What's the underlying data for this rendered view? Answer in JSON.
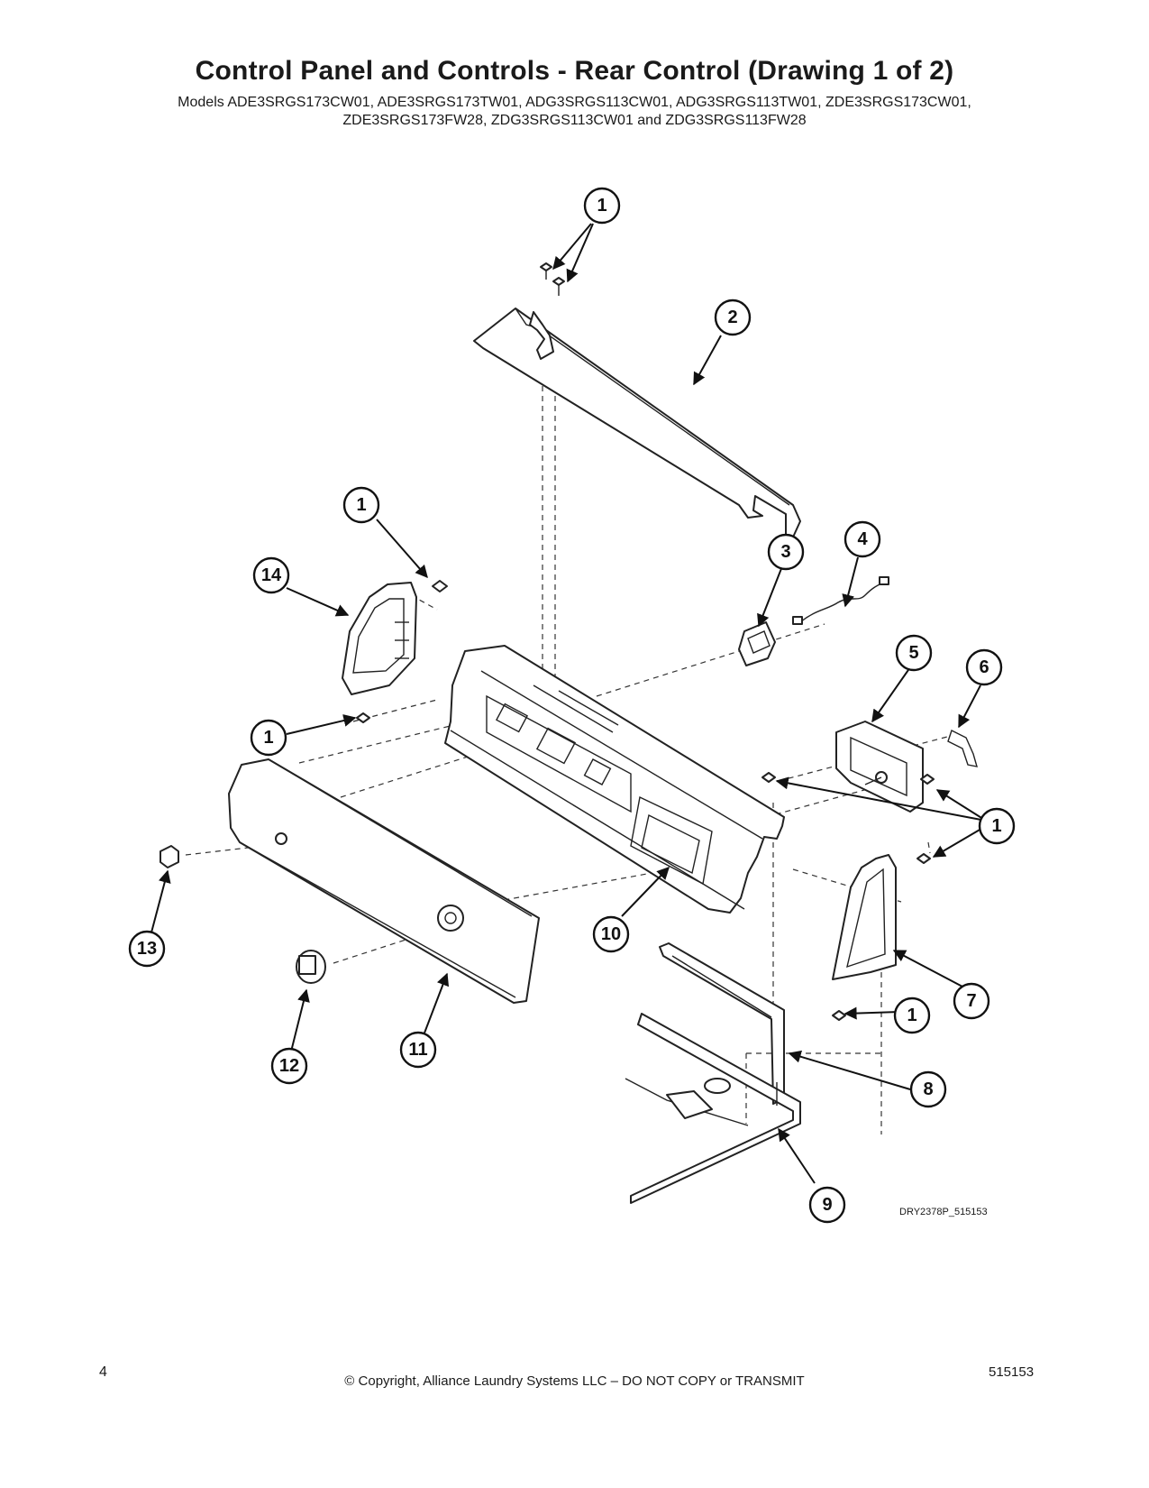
{
  "header": {
    "title": "Control Panel and Controls - Rear Control (Drawing 1 of 2)",
    "models_line1": "Models ADE3SRGS173CW01, ADE3SRGS173TW01, ADG3SRGS113CW01, ADG3SRGS113TW01, ZDE3SRGS173CW01,",
    "models_line2": "ZDE3SRGS173FW28, ZDG3SRGS113CW01 and ZDG3SRGS113FW28"
  },
  "callouts": [
    {
      "id": "c1-top",
      "label": "1"
    },
    {
      "id": "c2",
      "label": "2"
    },
    {
      "id": "c1-left-top",
      "label": "1"
    },
    {
      "id": "c14",
      "label": "14"
    },
    {
      "id": "c3",
      "label": "3"
    },
    {
      "id": "c4",
      "label": "4"
    },
    {
      "id": "c5",
      "label": "5"
    },
    {
      "id": "c6",
      "label": "6"
    },
    {
      "id": "c1-left-bottom",
      "label": "1"
    },
    {
      "id": "c1-right",
      "label": "1"
    },
    {
      "id": "c13",
      "label": "13"
    },
    {
      "id": "c10",
      "label": "10"
    },
    {
      "id": "c7",
      "label": "7"
    },
    {
      "id": "c1-bottom-right",
      "label": "1"
    },
    {
      "id": "c12",
      "label": "12"
    },
    {
      "id": "c11",
      "label": "11"
    },
    {
      "id": "c8",
      "label": "8"
    },
    {
      "id": "c9",
      "label": "9"
    }
  ],
  "drawing_code": "DRY2378P_515153",
  "footer": {
    "page_number": "4",
    "copyright": "© Copyright, Alliance Laundry Systems LLC – DO NOT COPY or TRANSMIT",
    "doc_number": "515153"
  }
}
